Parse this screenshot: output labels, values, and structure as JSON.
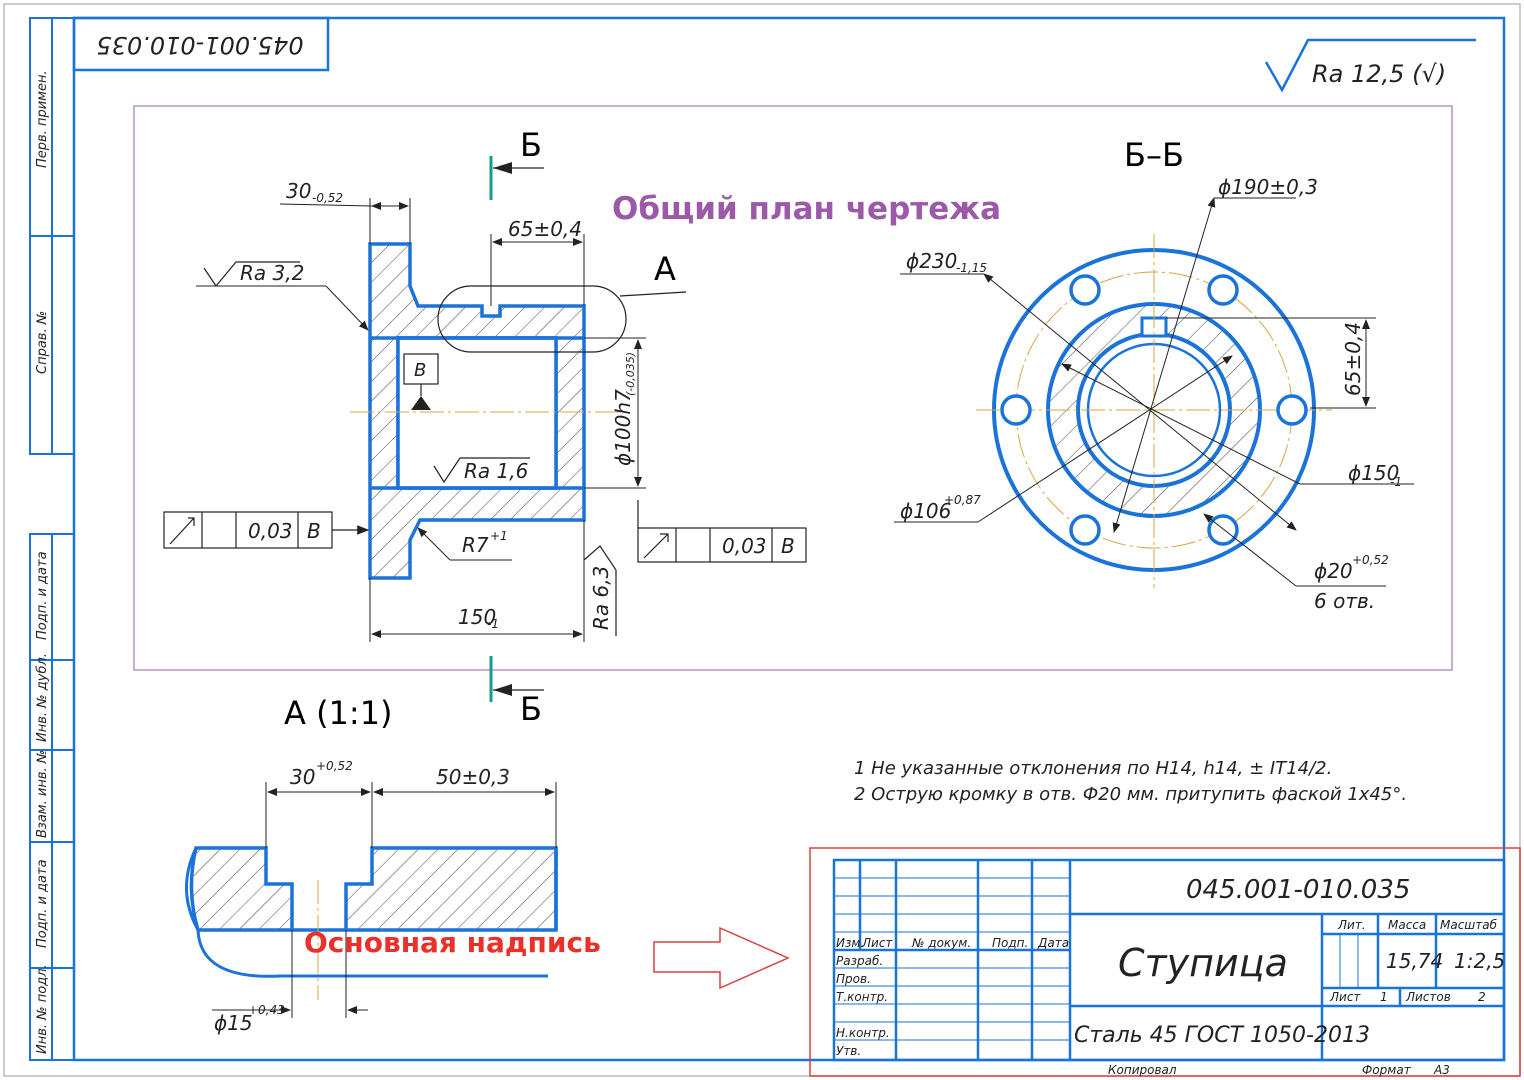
{
  "colors": {
    "outline": "#1a73d9",
    "dim": "#222222",
    "hatch": "#444444",
    "center": "#d9a441",
    "cut": "#1a9a8a",
    "frame_purple": "#b596c0",
    "frame_red": "#d94040",
    "annotation_purple": "#9b59a8",
    "annotation_red": "#e8312a"
  },
  "sheet": {
    "doc_number_rotated": "045.001-010.035",
    "roughness_general": "Ra 12,5 (√)",
    "side_labels": [
      "Перв. примен.",
      "Справ. №",
      "Подп. и дата",
      "Инв. № дубл.",
      "Взам. инв. №",
      "Подп. и дата",
      "Инв. № подл."
    ]
  },
  "annotations": {
    "general_plan": "Общий план чертежа",
    "title_block": "Основная надпись"
  },
  "main_view": {
    "cut_letter_top": "Б",
    "cut_letter_bottom": "Б",
    "detail_letter": "А",
    "dim_width": "30",
    "dim_width_tol": "-0,52",
    "dim_slot": "65±0,4",
    "ra_left": "Ra 3,2",
    "datum": "В",
    "dim_bore": "ϕ100h7",
    "dim_bore_tol": "(-0,035)",
    "ra_bore": "Ra 1,6",
    "tol_left_value": "0,03",
    "tol_left_datum": "В",
    "tol_right_value": "0,03",
    "tol_right_datum": "В",
    "radius": "R7",
    "radius_tol": "+1",
    "ra_right": "Ra 6,3",
    "dim_length": "150",
    "dim_length_tol": "-1"
  },
  "section_view": {
    "title": "Б–Б",
    "dim_pcd": "ϕ190±0,3",
    "dim_outer": "ϕ230",
    "dim_outer_tol": "-1,15",
    "dim_key": "65±0,4",
    "dim_hub": "ϕ150",
    "dim_hub_tol": "-1",
    "dim_inner": "ϕ106",
    "dim_inner_tol": "+0,87",
    "dim_hole": "ϕ20",
    "dim_hole_tol": "+0,52",
    "hole_count": "6 отв."
  },
  "detail_view": {
    "title": "А (1:1)",
    "dim_slot_w": "30",
    "dim_slot_w_tol": "+0,52",
    "dim_offset": "50±0,3",
    "dim_hole": "ϕ15",
    "dim_hole_tol": "+0,43"
  },
  "notes": [
    "1 Не указанные отклонения по H14, h14, ± IT14/2.",
    "2 Острую кромку в отв. Ф20 мм. притупить фаской 1х45°."
  ],
  "title_block": {
    "doc_number": "045.001-010.035",
    "part_name": "Ступица",
    "material": "Сталь 45  ГОСТ 1050-2013",
    "col_izm": "Изм.",
    "col_list": "Лист",
    "col_docnum": "№ докум.",
    "col_sign": "Подп.",
    "col_date": "Дата",
    "row_razrab": "Разраб.",
    "row_prov": "Пров.",
    "row_tkontr": "Т.контр.",
    "row_nkontr": "Н.контр.",
    "row_utv": "Утв.",
    "lit_label": "Лит.",
    "mass_label": "Масса",
    "scale_label": "Масштаб",
    "mass_value": "15,74",
    "scale_value": "1:2,5",
    "sheet_label": "Лист",
    "sheet_value": "1",
    "sheets_label": "Листов",
    "sheets_value": "2",
    "copied": "Копировал",
    "format_label": "Формат",
    "format_value": "А3"
  }
}
